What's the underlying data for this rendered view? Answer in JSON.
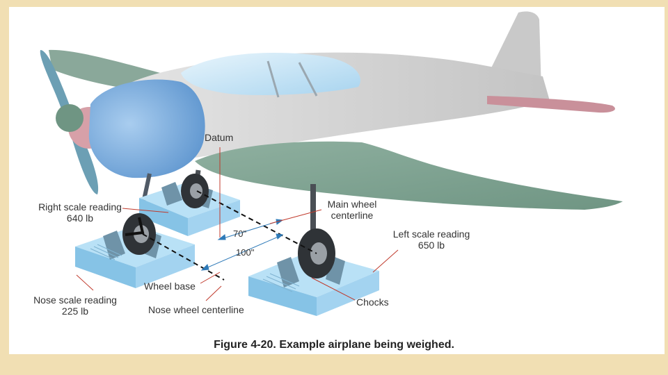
{
  "caption": "Figure 4-20. Example airplane being weighed.",
  "labels": {
    "datum": "Datum",
    "main_wheel_centerline": [
      "Main wheel",
      "centerline"
    ],
    "right_scale": [
      "Right scale reading",
      "640 lb"
    ],
    "left_scale": [
      "Left scale reading",
      "650 lb"
    ],
    "nose_scale": [
      "Nose scale reading",
      "225 lb"
    ],
    "wheel_base": "Wheel base",
    "nose_wheel_centerline": "Nose wheel centerline",
    "chocks": "Chocks",
    "dim_70": "70\"",
    "dim_100": "100\""
  },
  "colors": {
    "background": "#f1dfb3",
    "fuselage": "#cfcfcf",
    "wing": "#7f9f8f",
    "nose": "#7aa9d6",
    "scale": "#9fd0ee",
    "leader": "#c0392b",
    "dimension": "#2e7ab8"
  }
}
